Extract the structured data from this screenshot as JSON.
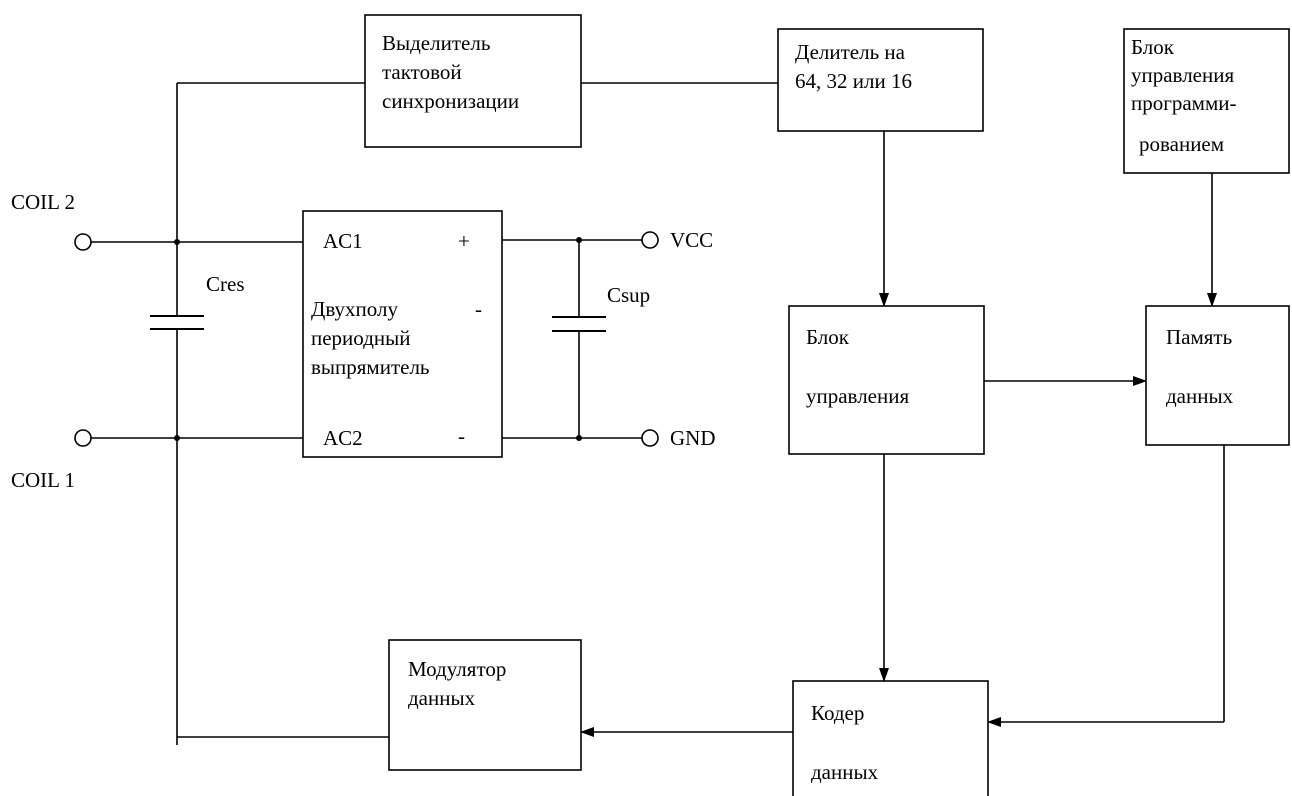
{
  "blocks": {
    "clock_extractor": [
      "Выделитель",
      "тактовой",
      "синхронизации"
    ],
    "divider": [
      "Делитель на",
      "64, 32 или 16"
    ],
    "programming_control": [
      "Блок",
      "управления",
      "программи-",
      "рованием"
    ],
    "control_unit": [
      "Блок",
      "управления"
    ],
    "data_memory": [
      "Память",
      "данных"
    ],
    "data_encoder": [
      "Кодер",
      "данных"
    ],
    "data_modulator": [
      "Модулятор",
      "данных"
    ],
    "rectifier": {
      "ac1": "AC1",
      "plus": "+",
      "title": [
        "Двухполу",
        "периодный",
        "выпрямитель"
      ],
      "minus_right": "-",
      "ac2": "AC2",
      "minus": "-"
    }
  },
  "terminals": {
    "coil2": "COIL 2",
    "coil1": "COIL 1",
    "vcc": "VCC",
    "gnd": "GND"
  },
  "capacitors": {
    "cres": "Cres",
    "csup": "Csup"
  }
}
